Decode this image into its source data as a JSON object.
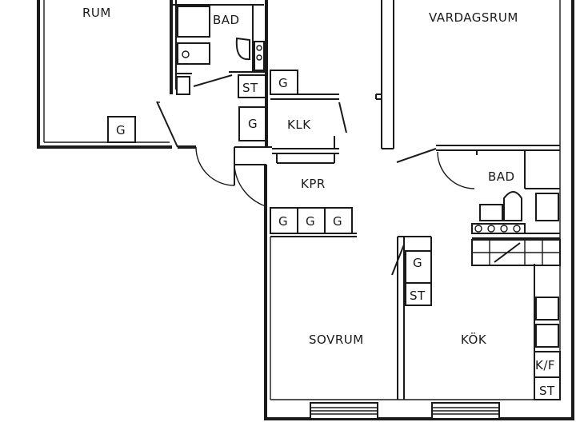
{
  "rooms": {
    "rum": "RUM",
    "bad_top": "BAD",
    "vardagsrum": "VARDAGSRUM",
    "klk": "KLK",
    "kpr": "KPR",
    "bad_right": "BAD",
    "sovrum": "SOVRUM",
    "kok": "KÖK"
  },
  "fixtures": {
    "g": "G",
    "st": "ST",
    "kf": "K/F"
  }
}
